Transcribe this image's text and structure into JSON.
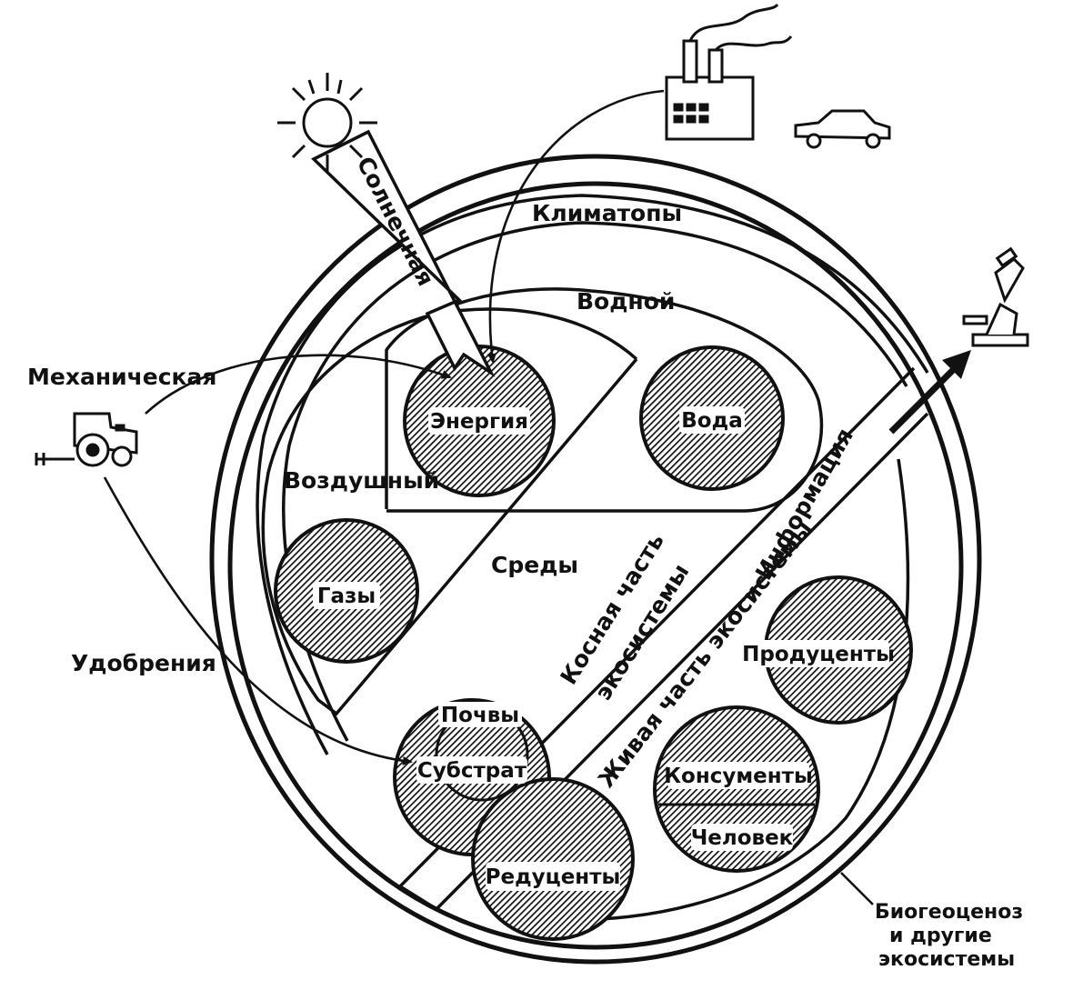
{
  "colors": {
    "ink": "#111111",
    "paper": "#ffffff",
    "hatch": "#111111"
  },
  "icons": [
    "sun-icon",
    "factory-icon",
    "car-icon",
    "microscope-icon",
    "tractor-icon"
  ],
  "labels": {
    "climatopes": "Климатопы",
    "water_env": "Водной",
    "air_env": "Воздушный",
    "environments": "Среды",
    "mechanical": "Механическая",
    "fertilizers": "Удобрения",
    "solar": "Солнечная",
    "information": "Информация",
    "inert_part": [
      "Косная часть",
      "экосистемы"
    ],
    "living_part": "Живая часть экосистемы",
    "biogeocenosis": [
      "Биогеоценоз",
      "и другие",
      "экосистемы"
    ]
  },
  "components": {
    "energy": "Энергия",
    "water": "Вода",
    "gases": "Газы",
    "soils": "Почвы",
    "substrate": "Субстрат",
    "producers": "Продуценты",
    "consumers": "Консументы",
    "human": "Человек",
    "reducers": "Редуценты"
  }
}
